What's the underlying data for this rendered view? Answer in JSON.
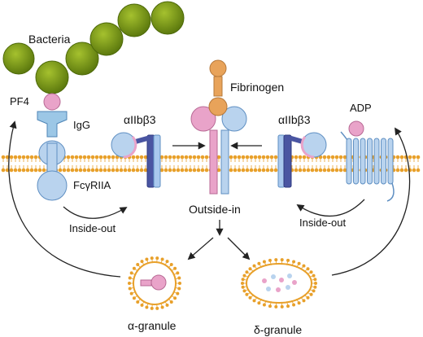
{
  "labels": {
    "bacteria": "Bacteria",
    "pf4": "PF4",
    "igg": "IgG",
    "fcgriia": "FcγRIIA",
    "integrin_left": "αIIbβ3",
    "fibrinogen": "Fibrinogen",
    "integrin_right": "αIIbβ3",
    "adp": "ADP",
    "inside_out_left": "Inside-out",
    "outside_in": "Outside-in",
    "inside_out_right": "Inside-out",
    "alpha_granule": "α-granule",
    "delta_granule": "δ-granule"
  },
  "colors": {
    "bacteria": "#6e8c12",
    "membrane": "#e8a02a",
    "blue_fill": "#b9d3ee",
    "blue_stroke": "#5f8fc2",
    "pink": "#e9a3c9",
    "orange": "#e8a35a",
    "purple_dark": "#4a55a2"
  }
}
